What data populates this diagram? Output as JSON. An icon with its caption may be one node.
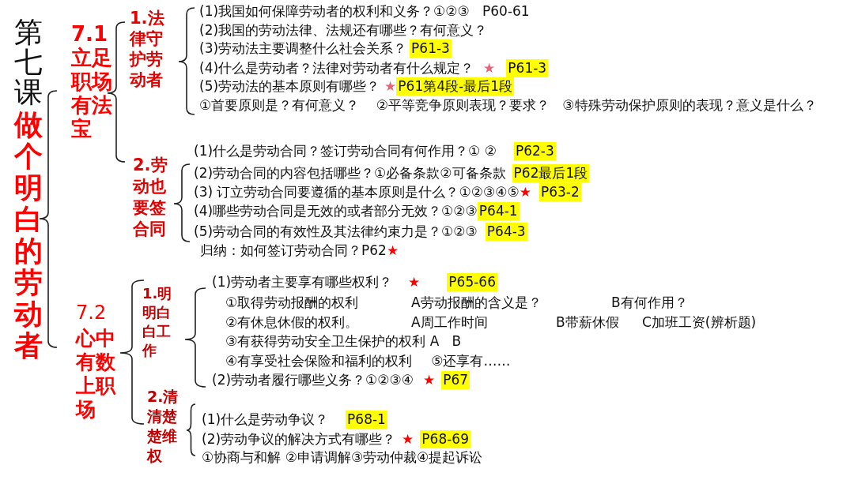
{
  "diagram": {
    "labels": [
      "第七课",
      "做个明白的劳动者",
      "7.1 立足职场有法宝",
      "1.法律守护劳动者",
      "(1)我国如何保障劳动者的权利和义务？①②③   P60-61",
      "(2)我国的劳动法律、法规还有哪些？有何意义？",
      "(3)劳动法主要调整什么社会关系？",
      "P61-3",
      "(4)什么是劳动者？法律对劳动者有什么规定？",
      "★",
      "P61-3",
      "(5)劳动法的基本原则有哪些？",
      "★",
      "P61第4段-最后1段",
      "①首要原则是？有何意义？    ②平等竞争原则表现？要求？   ③特殊劳动保护原则的表现？意义是什么？",
      "2.劳动也要签合同",
      "(1)什么是劳动合同？签订劳动合同有何作用？① ②",
      "P62-3",
      "(2)劳动合同的内容包括哪些？①必备条款②可备条款",
      "P62最后1段",
      "(3) 订立劳动合同要遵循的基本原则是什么？①②③④⑤",
      "★",
      "P63-2",
      "(4)哪些劳动合同是无效的或者部分无效？①②③",
      "P64-1",
      "(5)劳动合同的有效性及其法律约束力是？①②③",
      "P64-3",
      "归纳：如何签订劳动合同？P62",
      "★",
      "7.2",
      "心中有数上职场",
      "1.明明白白工作",
      "(1)劳动者主要享有哪些权利？",
      "★",
      "P65-66",
      "①取得劳动报酬的权利",
      "A劳动报酬的含义是？",
      "B有何作用？",
      "②有休息休假的权利。",
      "A周工作时间",
      "B带薪休假",
      "C加班工资(辨析题)",
      "③有获得劳动安全卫生保护的权利 A   B",
      "④有享受社会保险和福利的权利",
      "⑤还享有……",
      "(2)劳动者履行哪些义务？①②③④",
      "★",
      "P67",
      "2.清清楚楚维权",
      "(1)什么是劳动争议？",
      "P68-1",
      "(2)劳动争议的解决方式有哪些？",
      "★",
      "P68-69",
      "①协商与和解 ②申请调解③劳动仲裁④提起诉讼"
    ]
  }
}
